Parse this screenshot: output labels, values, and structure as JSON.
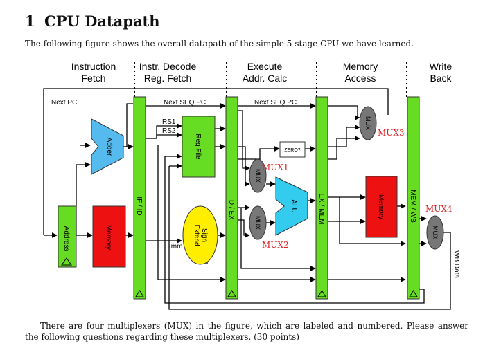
{
  "section": {
    "number": "1",
    "title": "CPU Datapath"
  },
  "intro": "The following figure shows the overall datapath of the simple 5-stage CPU we have learned.",
  "closing": "There are four multiplexers (MUX) in the figure, which are labeled and numbered. Please answer the following questions regarding these multiplexers. (30 points)",
  "diagram": {
    "stages": [
      {
        "line1": "Instruction",
        "line2": "Fetch"
      },
      {
        "line1": "Instr. Decode",
        "line2": "Reg. Fetch"
      },
      {
        "line1": "Execute",
        "line2": "Addr. Calc"
      },
      {
        "line1": "Memory",
        "line2": "Access"
      },
      {
        "line1": "Write",
        "line2": "Back"
      }
    ],
    "pipeline_registers": [
      "IF / ID",
      "ID / EX",
      "EX / MEM",
      "MEM / WB"
    ],
    "blocks": {
      "address": "Address",
      "imem": "Memory",
      "adder": "Adder",
      "regfile": "Reg File",
      "sign_line1": "Sign",
      "sign_line2": "Extend",
      "alu": "ALU",
      "zero": "ZERO?",
      "dmem": "Memory",
      "mux": "MUX"
    },
    "signals": {
      "next_pc": "Next PC",
      "next_seq_pc_1": "Next SEQ PC",
      "next_seq_pc_2": "Next SEQ PC",
      "rs1": "RS1",
      "rs2": "RS2",
      "imm": "Imm",
      "wb_data": "WB Data"
    },
    "mux_labels": [
      "MUX1",
      "MUX2",
      "MUX3",
      "MUX4"
    ],
    "colors": {
      "pipeline_reg": "#66dd22",
      "adder": "#55bbee",
      "memory": "#ee1111",
      "alu": "#33ccee",
      "sign_extend": "#ffee00",
      "mux": "#777777",
      "mux_label": "#dd2222"
    }
  }
}
